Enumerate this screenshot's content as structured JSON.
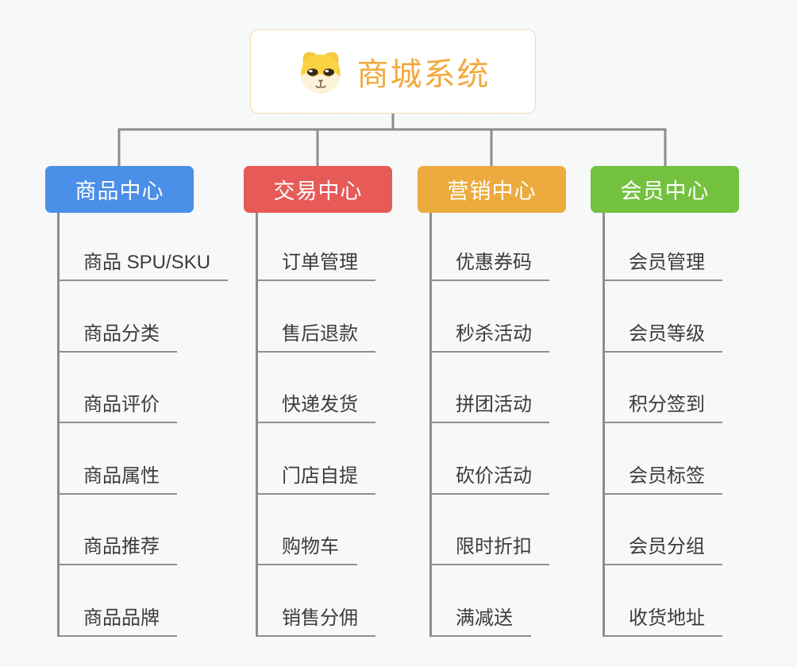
{
  "root": {
    "title": "商城系统",
    "icon": "dog-face-icon",
    "title_color": "#F2A93D",
    "border_color": "#F0B659",
    "background": "#FFFFFF"
  },
  "canvas_background": "#F7F8F8",
  "connector_color": "#8C8C8C",
  "leaf_underline_color": "#8F8F8F",
  "leaf_text_color": "#3C3C3C",
  "branches": [
    {
      "label": "商品中心",
      "color": "#4A8FE8",
      "items": [
        "商品 SPU/SKU",
        "商品分类",
        "商品评价",
        "商品属性",
        "商品推荐",
        "商品品牌"
      ]
    },
    {
      "label": "交易中心",
      "color": "#E65B58",
      "items": [
        "订单管理",
        "售后退款",
        "快递发货",
        "门店自提",
        "购物车",
        "销售分佣"
      ]
    },
    {
      "label": "营销中心",
      "color": "#ECAB3E",
      "items": [
        "优惠券码",
        "秒杀活动",
        "拼团活动",
        "砍价活动",
        "限时折扣",
        "满减送"
      ]
    },
    {
      "label": "会员中心",
      "color": "#74C13F",
      "items": [
        "会员管理",
        "会员等级",
        "积分签到",
        "会员标签",
        "会员分组",
        "收货地址"
      ]
    }
  ]
}
